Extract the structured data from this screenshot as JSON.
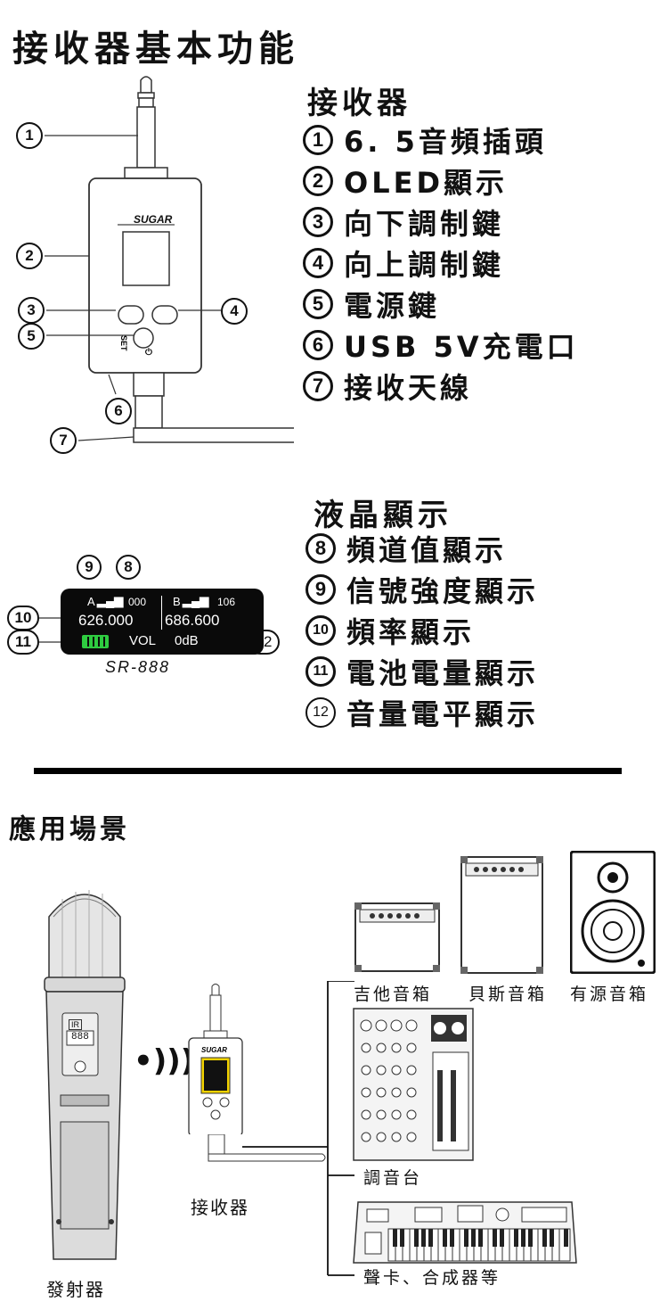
{
  "title": "接收器基本功能",
  "receiver": {
    "heading": "接收器",
    "items": [
      {
        "num": "1",
        "text": "6. 5音頻插頭"
      },
      {
        "num": "2",
        "text": "OLED顯示"
      },
      {
        "num": "3",
        "text": "向下調制鍵"
      },
      {
        "num": "4",
        "text": "向上調制鍵"
      },
      {
        "num": "5",
        "text": "電源鍵"
      },
      {
        "num": "6",
        "text": "USB 5V充電口"
      },
      {
        "num": "7",
        "text": "接收天線"
      }
    ],
    "brand": "SUGAR",
    "set_label": "SET"
  },
  "lcd": {
    "heading": "液晶顯示",
    "items": [
      {
        "num": "8",
        "text": "頻道值顯示"
      },
      {
        "num": "9",
        "text": "信號強度顯示"
      },
      {
        "num": "10",
        "text": "頻率顯示"
      },
      {
        "num": "11",
        "text": "電池電量顯示"
      },
      {
        "num": "12",
        "text": "音量電平顯示"
      }
    ],
    "screen": {
      "ch_a": "A",
      "channel_a": "000",
      "ch_b": "B",
      "channel_b": "106",
      "freq_a": "626.000",
      "freq_b": "686.600",
      "vol_label": "VOL",
      "vol_value": "0dB"
    },
    "model": "SR-888"
  },
  "scenario": {
    "heading": "應用場景",
    "transmitter_label": "發射器",
    "receiver_label": "接收器",
    "mixer_label": "調音台",
    "soundcard_label": "聲卡、合成器等",
    "speakers": [
      "吉他音箱",
      "貝斯音箱",
      "有源音箱"
    ],
    "mic_ir": "IR",
    "mic_display": "888"
  },
  "colors": {
    "accent_yellow": "#f2d200",
    "battery_green": "#2ecc40",
    "lcd_bg": "#0a0a0a"
  }
}
